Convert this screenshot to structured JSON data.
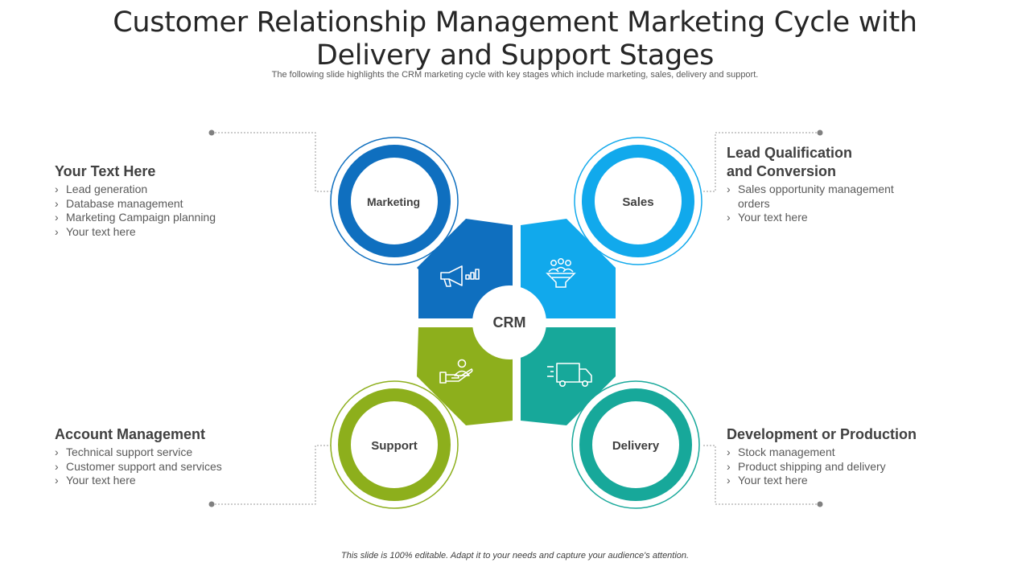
{
  "slide": {
    "title": "Customer Relationship Management  Marketing Cycle with Delivery and Support Stages",
    "subtitle": "The following slide highlights the CRM marketing cycle with key stages which include marketing, sales, delivery and support.",
    "footer": "This slide is 100% editable. Adapt it to your needs and capture your audience's attention."
  },
  "center": {
    "label": "CRM"
  },
  "stages": [
    {
      "label": "Marketing",
      "color": "#0F6FBF",
      "icon": "megaphone-icon"
    },
    {
      "label": "Sales",
      "color": "#11A9EC",
      "icon": "funnel-people-icon"
    },
    {
      "label": "Support",
      "color": "#8DAF1C",
      "icon": "hand-person-icon"
    },
    {
      "label": "Delivery",
      "color": "#17A89A",
      "icon": "truck-icon"
    }
  ],
  "panels": {
    "top_left": {
      "heading": "Your Text Here",
      "items": [
        "Lead generation",
        "Database management",
        "Marketing Campaign planning",
        "Your text here"
      ]
    },
    "top_right": {
      "heading_line1": "Lead Qualification",
      "heading_line2": "and Conversion",
      "items": [
        "Sales opportunity management",
        "orders",
        "Your text here"
      ]
    },
    "bottom_left": {
      "heading": "Account Management",
      "items": [
        "Technical support service",
        "Customer support and services",
        "Your text here"
      ]
    },
    "bottom_right": {
      "heading": "Development or Production",
      "items": [
        "Stock management",
        "Product shipping and delivery",
        "Your text here"
      ]
    }
  }
}
